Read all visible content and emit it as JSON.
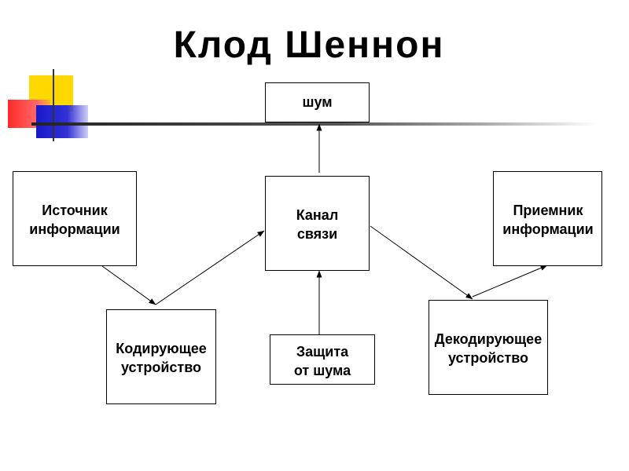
{
  "title": "Клод Шеннон",
  "nodes": {
    "noise": "шум",
    "source": "Источник\nинформации",
    "channel": "Канал\nсвязи",
    "receiver": "Приемник\nинформации",
    "encoder": "Кодирующее\nустройство",
    "protection": "Защита\nот шума",
    "decoder": "Декодирующее\nустройство"
  }
}
